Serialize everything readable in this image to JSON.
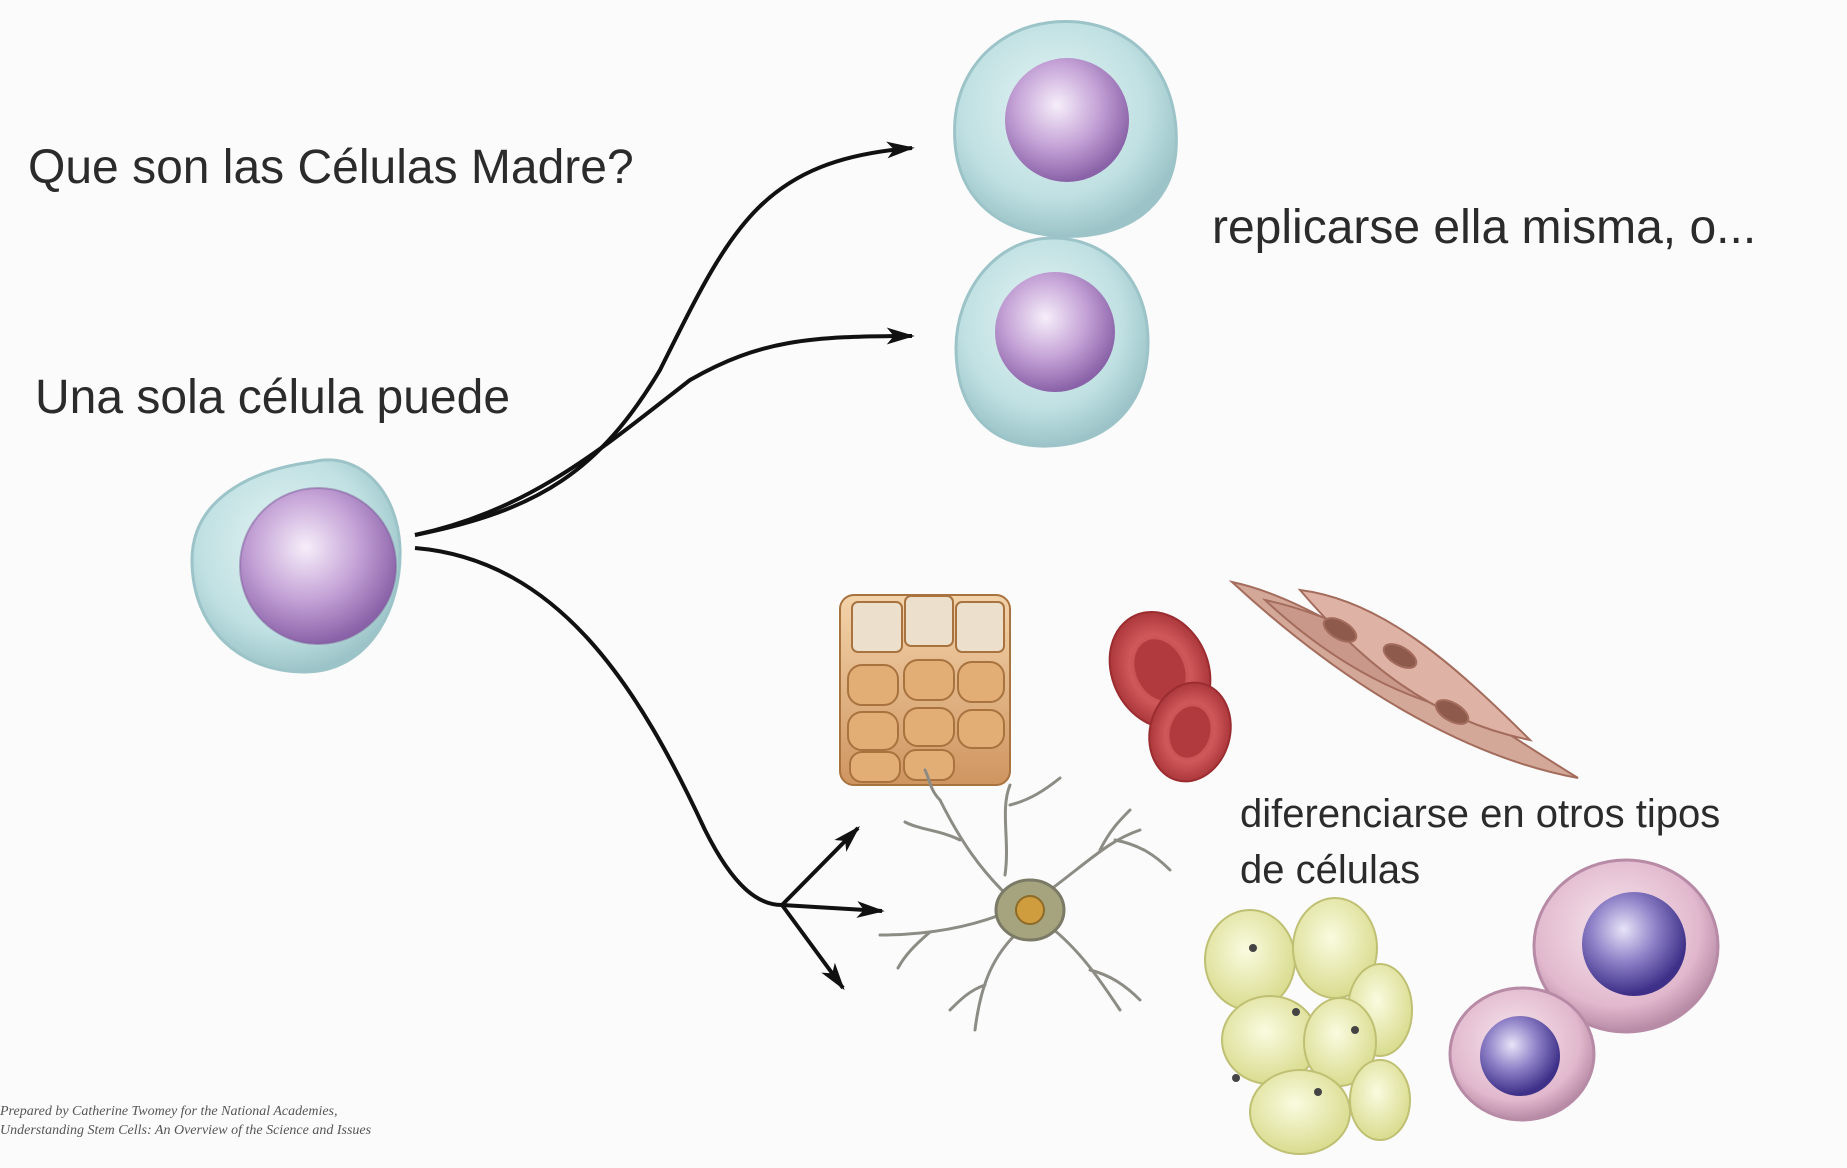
{
  "labels": {
    "title": "Que son las Células Madre?",
    "subtitle": "Una sola célula puede",
    "replicate": "replicarse ella misma, o...",
    "differentiate_line1": "diferenciarse en otros tipos",
    "differentiate_line2": "de células"
  },
  "credit": {
    "line1": "Prepared by Catherine Twomey for the National Academies,",
    "line2": "Understanding Stem Cells: An Overview of the Science and Issues"
  },
  "colors": {
    "cell_body": "#b9dde0",
    "cell_outline": "#9cc4c8",
    "nucleus": "#b48ec8",
    "arrow": "#111111",
    "red_blood_cell": "#c8494a",
    "muscle": "#c99888",
    "epithelial": "#e6b887",
    "fat": "#e9ecae",
    "white_blood_cell": "#d6a9c2",
    "neuron": "#8c8c84"
  },
  "icons": [
    "stem-cell-icon",
    "daughter-cell-icon",
    "epithelial-tissue-icon",
    "red-blood-cell-icon",
    "smooth-muscle-icon",
    "neuron-icon",
    "fat-cell-icon",
    "white-blood-cell-icon"
  ]
}
